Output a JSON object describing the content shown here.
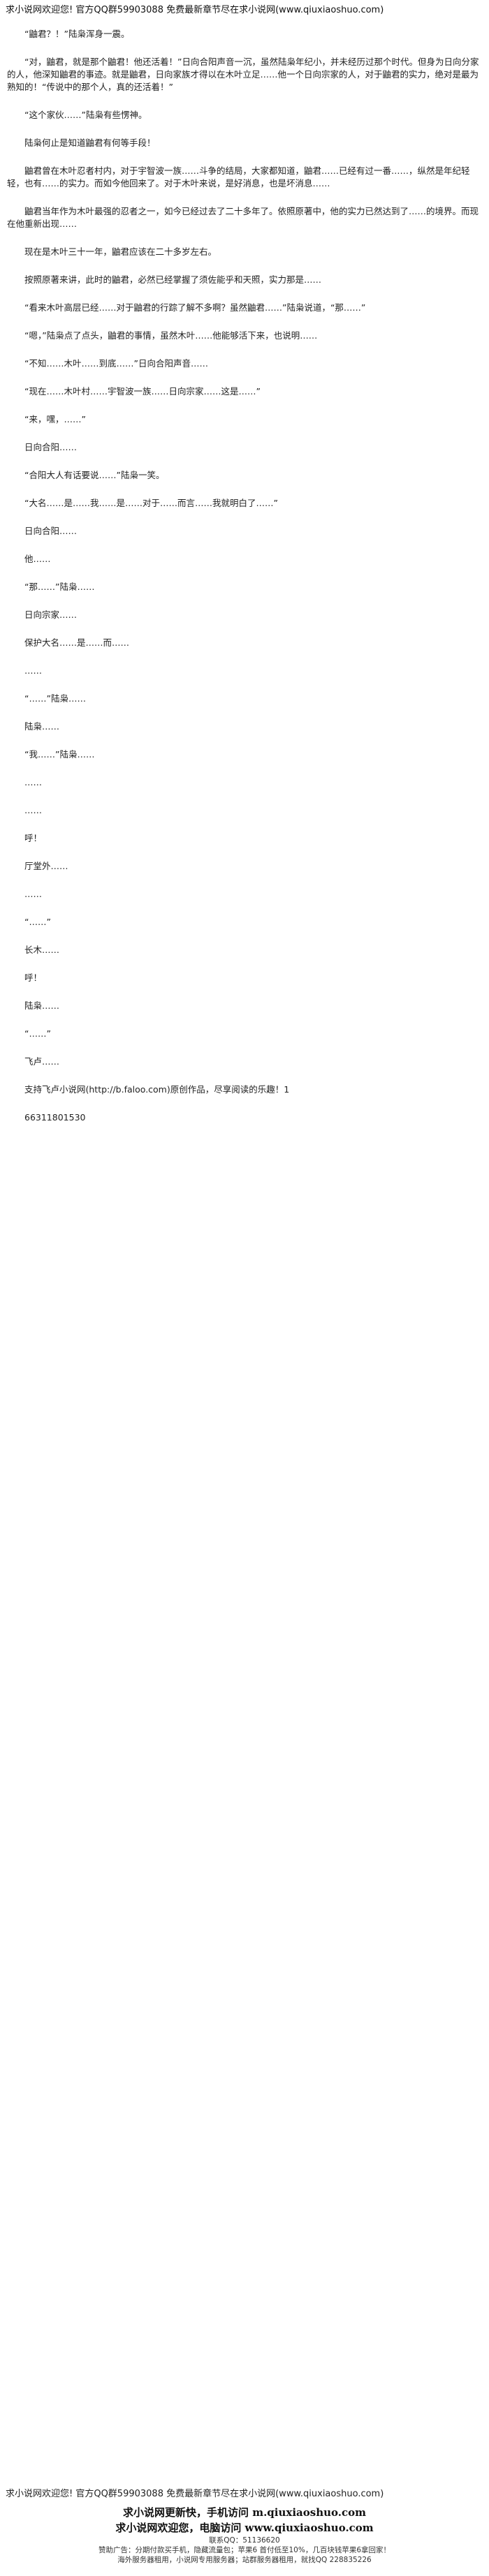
{
  "header": "求小说网欢迎您! 官方QQ群59903088 免费最新章节尽在求小说网(www.qiuxiaoshuo.com)",
  "paragraphs": [
    "“鼬君？！”陆枭浑身一震。",
    "“对，鼬君，就是那个鼬君！他还活着！”日向合阳声音一沉，虽然陆枭年纪小，并未经历过那个时代。但身为日向分家的人，他深知鼬君的事迹。就是鼬君，日向家族才得以在木叶立足……他一个日向宗家的人，对于鼬君的实力，绝对是最为熟知的！“传说中的那个人，真的还活着！”",
    "“这个家伙……”陆枭有些愣神。",
    "陆枭何止是知道鼬君有何等手段！",
    "鼬君曾在木叶忍者村内，对于宇智波一族……斗争的结局，大家都知道，鼬君……已经有过一番……，纵然是年纪轻轻，也有……的实力。而如今他回来了。对于木叶来说，是好消息，也是坏消息……",
    "鼬君当年作为木叶最强的忍者之一，如今已经过去了二十多年了。依照原著中，他的实力已然达到了……的境界。而现在他重新出现……",
    "现在是木叶三十一年，鼬君应该在二十多岁左右。",
    "按照原著来讲，此时的鼬君，必然已经掌握了须佐能乎和天照，实力那是……",
    "“看来木叶高层已经……对于鼬君的行踪了解不多啊？虽然鼬君……”陆枭说道，“那……”",
    "“嗯，”陆枭点了点头，鼬君的事情，虽然木叶……他能够活下来，也说明……",
    "“不知……木叶……到底……”日向合阳声音……",
    "“现在……木叶村……宇智波一族……日向宗家……这是……”",
    "“来，嘿，……”",
    "日向合阳……",
    "“合阳大人有话要说……”陆枭一笑。",
    "“大名……是……我……是……对于……而言……我就明白了……”",
    "日向合阳……",
    "他……",
    "“那……”陆枭……",
    "日向宗家……",
    "保护大名……是……而……",
    "……",
    "“……”陆枭……",
    "陆枭……",
    "“我……”陆枭……",
    "……",
    "……",
    "呼！",
    "厅堂外……",
    "……",
    "“……”",
    "长木……",
    "呼！",
    "陆枭……",
    "“……”",
    "飞卢……",
    "支持飞卢小说网(http://b.faloo.com)原创作品，尽享阅读的乐趣！1",
    "66311801530"
  ],
  "footer": {
    "line1": "求小说网欢迎您! 官方QQ群59903088 免费最新章节尽在求小说网(www.qiuxiaoshuo.com)",
    "line2": "求小说网更新快，手机访问 m.qiuxiaoshuo.com",
    "line3": "求小说网欢迎您，电脑访问 www.qiuxiaoshuo.com",
    "line4": "联系QQ：51136620",
    "line5": "赞助广告：分期付款买手机，隐藏流量包；苹果6 首付低至10%，几百块钱苹果6拿回家！",
    "line6": "海外服务器租用，小说网专用服务器；站群服务器租用，就找QQ 228835226"
  }
}
